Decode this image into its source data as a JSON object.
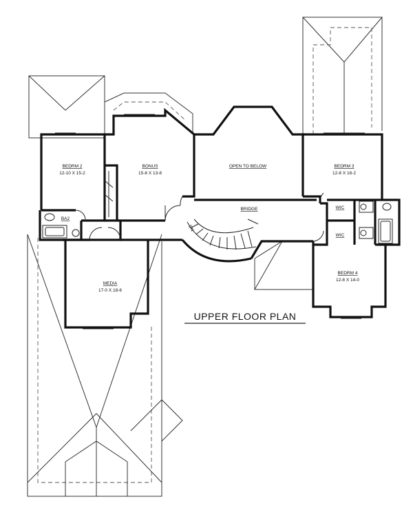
{
  "plan_title": "UPPER FLOOR PLAN",
  "rooms": {
    "bedroom2": {
      "name": "BEDRM 2",
      "size": "12-10 X 15-2"
    },
    "bonus": {
      "name": "BONUS",
      "size": "15-8 X 13-8"
    },
    "open_below": {
      "name": "OPEN TO BELOW"
    },
    "bedroom3": {
      "name": "BEDRM 3",
      "size": "12-8 X 16-2"
    },
    "bath2": {
      "name": "BA2"
    },
    "bridge": {
      "name": "BRIDGE"
    },
    "stair_dn": {
      "name": "DN"
    },
    "wic1": {
      "name": "WIC"
    },
    "wic2": {
      "name": "WIC"
    },
    "media": {
      "name": "MEDIA",
      "size": "17-0 X 18-6"
    },
    "bedroom4": {
      "name": "BEDRM 4",
      "size": "12-8 X 14-0"
    }
  }
}
